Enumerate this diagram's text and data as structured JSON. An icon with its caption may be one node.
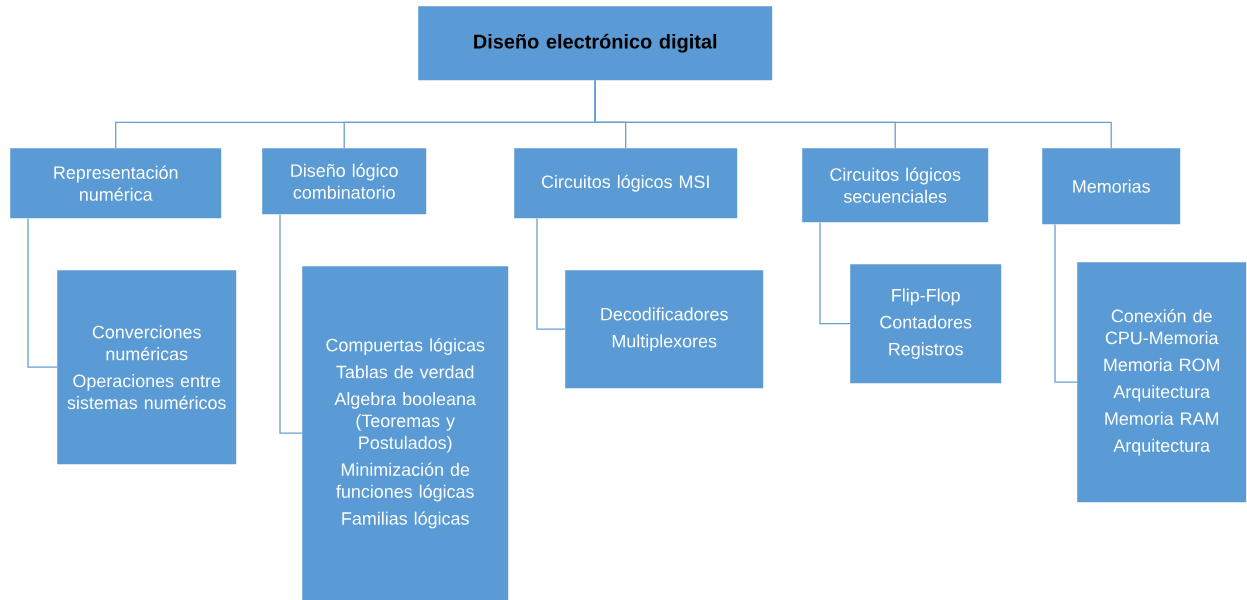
{
  "diagram": {
    "nodes": [
      {
        "text": [
          "Diseño electrónico digital"
        ]
      },
      {
        "text": [
          "Representación numérica"
        ]
      },
      {
        "text": [
          "Diseño lógico combinatorio"
        ]
      },
      {
        "text": [
          "Circuitos lógicos MSI"
        ]
      },
      {
        "text": [
          "Circuitos lógicos secuenciales"
        ]
      },
      {
        "text": [
          "Memorias"
        ]
      },
      {
        "text": [
          "Converciones numéricas",
          "Operaciones entre sistemas numéricos"
        ]
      },
      {
        "text": [
          "Compuertas lógicas",
          "Tablas de verdad",
          "Algebra booleana (Teoremas y Postulados)",
          "Minimización de funciones lógicas",
          "Familias lógicas"
        ]
      },
      {
        "text": [
          "Decodificadores",
          "Multiplexores"
        ]
      },
      {
        "text": [
          "Flip-Flop",
          "Contadores",
          "Registros"
        ]
      },
      {
        "text": [
          "Conexión de CPU-Memoria",
          "Memoria ROM",
          "Arquitectura",
          "Memoria RAM",
          "Arquitectura"
        ]
      }
    ],
    "edges": [
      {
        "from": 0,
        "to": 1,
        "arrow": "none"
      },
      {
        "from": 0,
        "to": 2,
        "arrow": "none"
      },
      {
        "from": 0,
        "to": 3,
        "arrow": "none"
      },
      {
        "from": 0,
        "to": 4,
        "arrow": "none"
      },
      {
        "from": 0,
        "to": 5,
        "arrow": "none"
      },
      {
        "from": 1,
        "to": 6,
        "arrow": "none"
      },
      {
        "from": 2,
        "to": 7,
        "arrow": "none"
      },
      {
        "from": 3,
        "to": 8,
        "arrow": "none"
      },
      {
        "from": 4,
        "to": 9,
        "arrow": "none"
      },
      {
        "from": 5,
        "to": 10,
        "arrow": "none"
      }
    ]
  }
}
